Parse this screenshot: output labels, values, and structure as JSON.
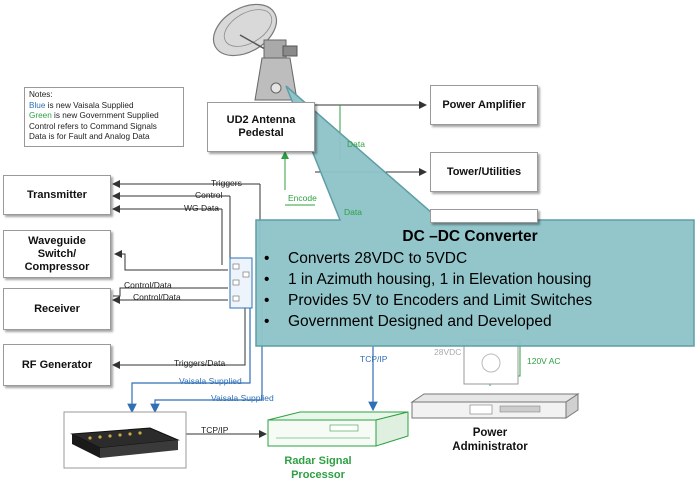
{
  "notes": {
    "heading": "Notes:",
    "line1_colored": "Blue",
    "line1_rest": " is new Vaisala Supplied",
    "line2_colored": "Green",
    "line2_rest": " is new Government Supplied",
    "line3": "Control refers to Command Signals",
    "line4": "Data is for Fault and Analog Data"
  },
  "boxes": {
    "antenna_pedestal_l1": "UD2 Antenna",
    "antenna_pedestal_l2": "Pedestal",
    "power_amplifier": "Power Amplifier",
    "tower_utilities": "Tower/Utilities",
    "transmitter": "Transmitter",
    "waveguide_l1": "Waveguide",
    "waveguide_l2": "Switch/",
    "waveguide_l3": "Compressor",
    "receiver": "Receiver",
    "rf_generator": "RF Generator"
  },
  "labels": {
    "triggers": "Triggers",
    "control": "Control",
    "wg_data": "WG Data",
    "control_data_1": "Control/Data",
    "control_data_2": "Control/Data",
    "triggers_data": "Triggers/Data",
    "vaisala_supplied_1": "Vaisala Supplied",
    "vaisala_supplied_2": "Vaisala Supplied",
    "tcp_ip_left": "TCP/IP",
    "tcp_ip_center": "TCP/IP",
    "data_top": "Data",
    "encoder_partial": "Encode",
    "data_mid": "Data",
    "volt_ac": "120V AC",
    "partial_dc": "28VDC"
  },
  "captions": {
    "radar_signal_processor": "Radar Signal Processor",
    "power_admin_l1": "Power",
    "power_admin_l2": "Administrator"
  },
  "callout": {
    "title": "DC –DC Converter",
    "bullets": [
      "Converts 28VDC to 5VDC",
      "1 in Azimuth housing, 1 in Elevation housing",
      "Provides 5V to Encoders and Limit  Switches",
      "Government Designed and Developed"
    ]
  },
  "colors": {
    "green": "#2ea043",
    "blue": "#2f6fb6",
    "callout_fill": "#8ec4c9",
    "callout_border": "#5f9ea6"
  }
}
